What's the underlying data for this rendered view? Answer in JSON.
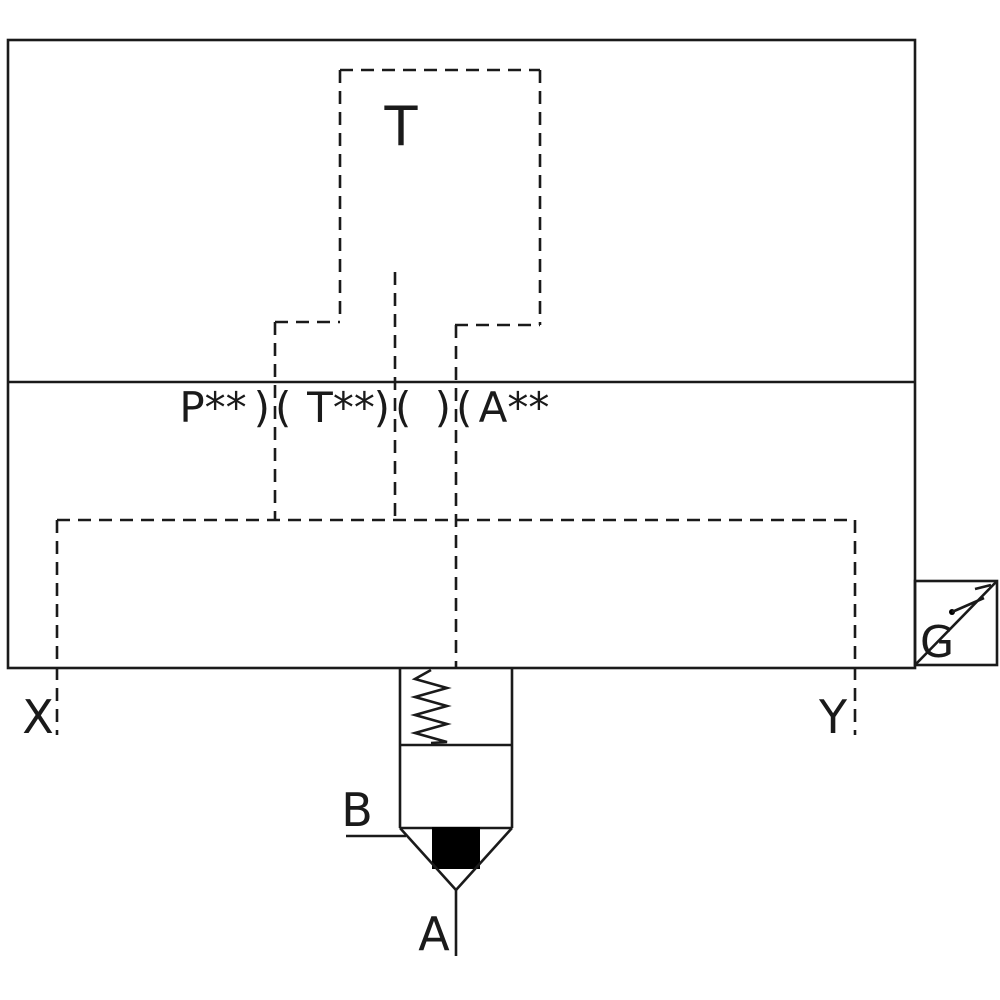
{
  "diagram": {
    "kind": "hydraulic-cartridge-valve-schematic",
    "colors": {
      "line": "#1a1a1a",
      "background": "#ffffff",
      "poppet_fill": "#000000"
    },
    "labels": {
      "tank_top": "T",
      "pilot_p": "P**",
      "orifice_1": ")(",
      "pilot_t": "T**",
      "orifice_2": ")(",
      "orifice_3": ")(",
      "pilot_a": "A**",
      "pilot_port_x": "X",
      "pilot_port_y": "Y",
      "work_port_b": "B",
      "work_port_a": "A",
      "gauge_port": "G"
    }
  }
}
